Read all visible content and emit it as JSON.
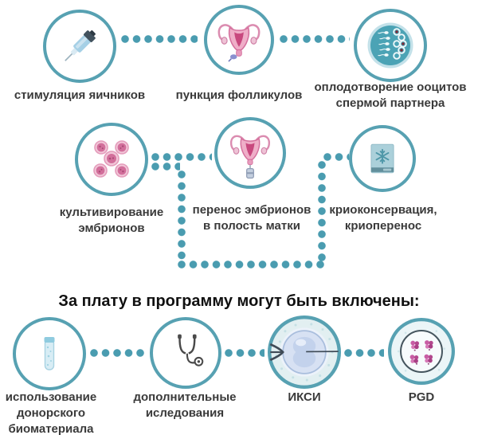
{
  "palette": {
    "teal": "#57a1b2",
    "dot": "#4a9cb0",
    "label": "#3a3a3a",
    "heading": "#101010",
    "pink": "#d26f9b",
    "pink_dark": "#c8487e",
    "icon_blue": "#a6d0e6"
  },
  "heading": "За плату в программу могут быть включены:",
  "steps": {
    "stimulation": {
      "label": "стимуляция яичников",
      "icon": "syringe-icon"
    },
    "puncture": {
      "label": "пункция фолликулов",
      "icon": "uterus-icon"
    },
    "fertilization": {
      "label": [
        "оплодотворение ооцитов",
        "спермой партнера"
      ],
      "icon": "petri-dish-sperm-icon"
    },
    "cultivation": {
      "label": [
        "культивирование",
        "эмбрионов"
      ],
      "icon": "embryo-cells-icon"
    },
    "transfer": {
      "label": [
        "перенос эмбрионов",
        "в полость матки"
      ],
      "icon": "uterus-catheter-icon"
    },
    "cryo": {
      "label": [
        "криоконсервация,",
        "криоперенос"
      ],
      "icon": "freezer-icon"
    },
    "donor": {
      "label": [
        "использование",
        "донорского",
        "биоматериала"
      ],
      "icon": "test-tube-icon"
    },
    "research": {
      "label": [
        "дополнительные",
        "иследования"
      ],
      "icon": "stethoscope-icon"
    },
    "icsi": {
      "label": "ИКСИ",
      "icon": "egg-injection-icon"
    },
    "pgd": {
      "label": "PGD",
      "icon": "petri-dish-cells-icon"
    }
  }
}
